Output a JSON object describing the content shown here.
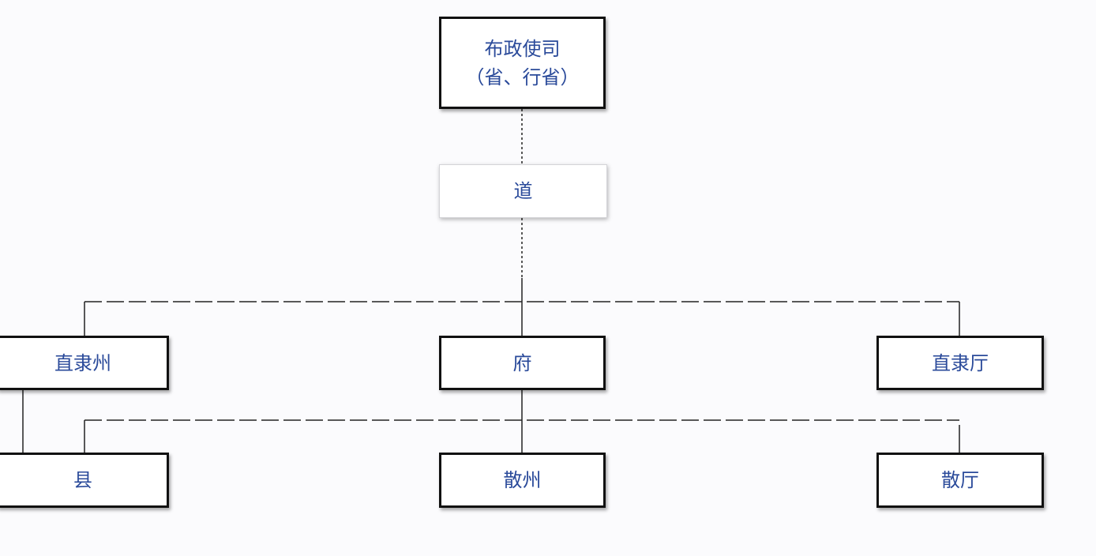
{
  "diagram": {
    "colors": {
      "text": "#2a4a9a",
      "border": "#111111",
      "connector": "#222222",
      "background": "#fbfbfd"
    },
    "nodes": {
      "province": {
        "line1": "布政使司",
        "line2": "（省、行省）"
      },
      "circuit": {
        "label": "道"
      },
      "direct_zhou": {
        "label": "直隶州"
      },
      "prefecture": {
        "label": "府"
      },
      "direct_ting": {
        "label": "直隶厅"
      },
      "county": {
        "label": "县"
      },
      "san_zhou": {
        "label": "散州"
      },
      "san_ting": {
        "label": "散厅"
      }
    }
  }
}
